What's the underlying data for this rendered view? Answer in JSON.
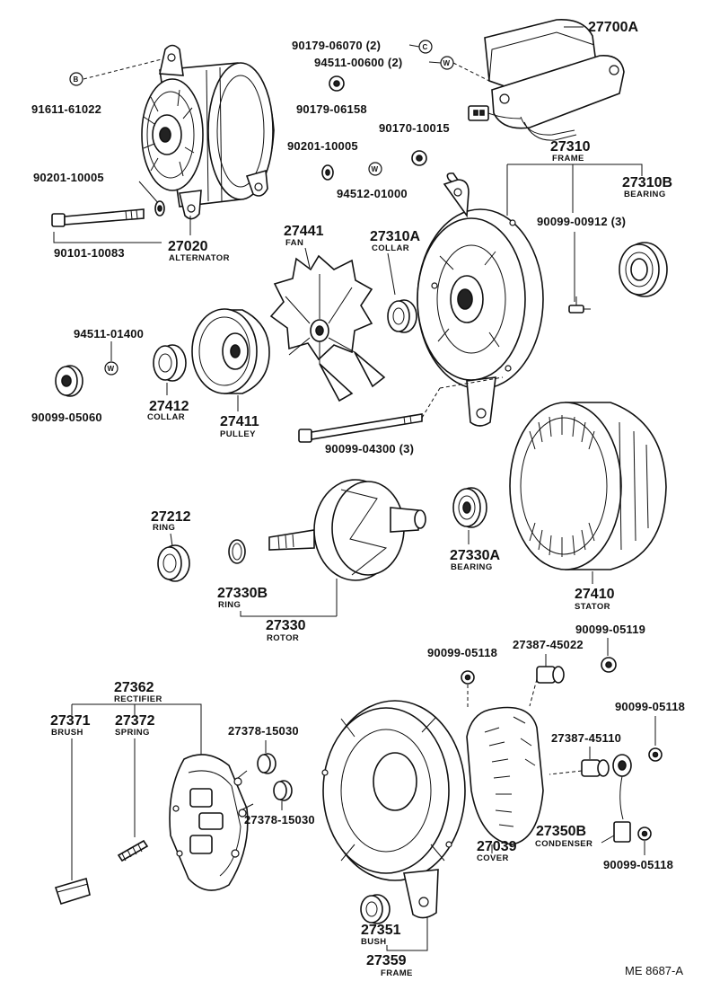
{
  "diagram_ref": "ME 8687-A",
  "symbols": {
    "b": "B",
    "w": "W",
    "c": "C"
  },
  "parts": {
    "p91611": {
      "number": "91611-61022"
    },
    "p90201a": {
      "number": "90201-10005"
    },
    "p90101": {
      "number": "90101-10083"
    },
    "p27020": {
      "number": "27020",
      "name": "ALTERNATOR"
    },
    "p90179a": {
      "number": "90179-06070 (2)"
    },
    "p94511a": {
      "number": "94511-00600 (2)"
    },
    "p90179b": {
      "number": "90179-06158"
    },
    "p27700": {
      "number": "27700A"
    },
    "p90170": {
      "number": "90170-10015"
    },
    "p90201b": {
      "number": "90201-10005"
    },
    "p94512": {
      "number": "94512-01000"
    },
    "p27310": {
      "number": "27310",
      "name": "FRAME"
    },
    "p27310b": {
      "number": "27310B",
      "name": "BEARING"
    },
    "p90099_00912": {
      "number": "90099-00912 (3)"
    },
    "p27441": {
      "number": "27441",
      "name": "FAN"
    },
    "p27310a": {
      "number": "27310A",
      "name": "COLLAR"
    },
    "p94511b": {
      "number": "94511-01400"
    },
    "p90099_05060": {
      "number": "90099-05060"
    },
    "p27412": {
      "number": "27412",
      "name": "COLLAR"
    },
    "p27411": {
      "number": "27411",
      "name": "PULLEY"
    },
    "p90099_04300": {
      "number": "90099-04300 (3)"
    },
    "p27212": {
      "number": "27212",
      "name": "RING"
    },
    "p27330b": {
      "number": "27330B",
      "name": "RING"
    },
    "p27330": {
      "number": "27330",
      "name": "ROTOR"
    },
    "p27330a": {
      "number": "27330A",
      "name": "BEARING"
    },
    "p27410": {
      "number": "27410",
      "name": "STATOR"
    },
    "p90099_05118a": {
      "number": "90099-05118"
    },
    "p27387_45022": {
      "number": "27387-45022"
    },
    "p90099_05119": {
      "number": "90099-05119"
    },
    "p27362": {
      "number": "27362",
      "name": "RECTIFIER"
    },
    "p27371": {
      "number": "27371",
      "name": "BRUSH"
    },
    "p27372": {
      "number": "27372",
      "name": "SPRING"
    },
    "p27378a": {
      "number": "27378-15030"
    },
    "p27378b": {
      "number": "27378-15030"
    },
    "p90099_05118b": {
      "number": "90099-05118"
    },
    "p27387_45110": {
      "number": "27387-45110"
    },
    "p27350b": {
      "number": "27350B",
      "name": "CONDENSER"
    },
    "p90099_05118c": {
      "number": "90099-05118"
    },
    "p27039": {
      "number": "27039",
      "name": "COVER"
    },
    "p27351": {
      "number": "27351",
      "name": "BUSH"
    },
    "p27359": {
      "number": "27359",
      "name": "FRAME"
    }
  }
}
